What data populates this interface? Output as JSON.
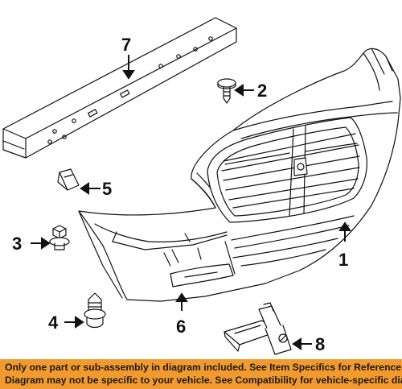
{
  "callouts": {
    "c1": "1",
    "c2": "2",
    "c3": "3",
    "c4": "4",
    "c5": "5",
    "c6": "6",
    "c7": "7",
    "c8": "8"
  },
  "footer": {
    "line1": "Only one part or sub-assembly in diagram included. See Item Specifics for Reference #.",
    "line2": "Diagram may not be specific to your vehicle. See Compatibility for vehicle-specific diagrams."
  },
  "colors": {
    "footer_background": "#f29a2e",
    "line_art": "#111111"
  }
}
